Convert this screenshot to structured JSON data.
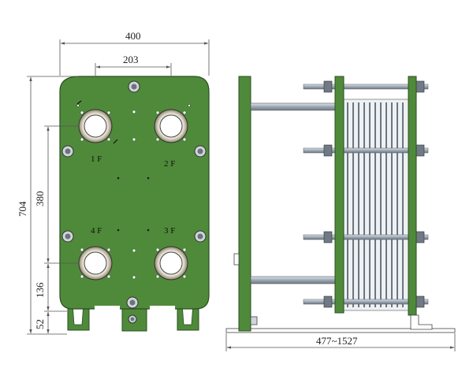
{
  "colors": {
    "plate_green": "#4f8a3a",
    "plate_green_dark": "#3c6e2c",
    "steel": "#a8b4c0",
    "bolt_dark": "#555d66",
    "dim_line": "#555555"
  },
  "dimensions": {
    "overall_width": "400",
    "port_spacing": "203",
    "overall_height": "704",
    "port_height": "380",
    "lower_port_offset": "136",
    "foot_height": "52",
    "frame_length": "477~1527"
  },
  "ports": {
    "p1": "1 F",
    "p2": "2 F",
    "p3": "3 F",
    "p4": "4 F"
  }
}
